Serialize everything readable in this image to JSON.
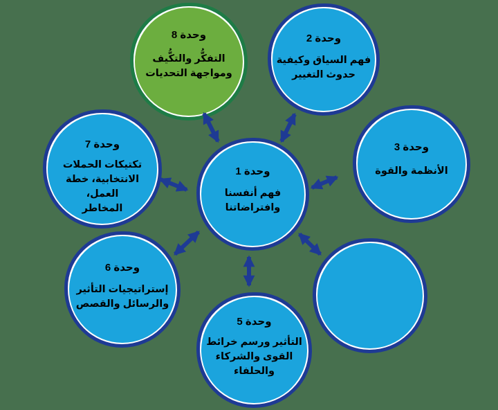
{
  "diagram": {
    "description_colors": {
      "background": "#47704E",
      "circle_fill_blue": "#1BA4DD",
      "circle_border_navy": "#1E3A94",
      "circle_fill_green": "#6CAE3F",
      "circle_border_green": "#1E7C46",
      "arrow": "#1E3A94",
      "text": "#000000"
    },
    "modules": [
      {
        "id": "module-1",
        "variant": "blue",
        "position": "center",
        "title": "وحدة 1",
        "body": "فهم أنفسنا\nوافتراضاتنا"
      },
      {
        "id": "module-2",
        "variant": "blue",
        "position": "top-right",
        "title": "وحدة 2",
        "body": "فهم السياق وكيفية\nحدوث التغيير"
      },
      {
        "id": "module-3",
        "variant": "blue",
        "position": "right",
        "title": "وحدة 3",
        "body": "الأنظمة والقوة"
      },
      {
        "id": "module-4",
        "variant": "blue",
        "position": "bottom-right",
        "title": "",
        "body": ""
      },
      {
        "id": "module-5",
        "variant": "blue",
        "position": "bottom",
        "title": "وحدة 5",
        "body": "التأثير ورسم خرائط\nالقوى والشركاء\nوالحلفاء"
      },
      {
        "id": "module-6",
        "variant": "blue",
        "position": "bottom-left",
        "title": "وحدة 6",
        "body": "إستراتيجيات التأثير\nوالرسائل والقصص"
      },
      {
        "id": "module-7",
        "variant": "blue",
        "position": "left",
        "title": "وحدة 7",
        "body": "تكتيكات الحملات\nالانتخابية، خطة العمل،\nالمخاطر"
      },
      {
        "id": "module-8",
        "variant": "green",
        "position": "top-left",
        "title": "وحدة 8",
        "body": "التفكُّر والتكُّيف\nومواجهة التحديات"
      }
    ]
  }
}
